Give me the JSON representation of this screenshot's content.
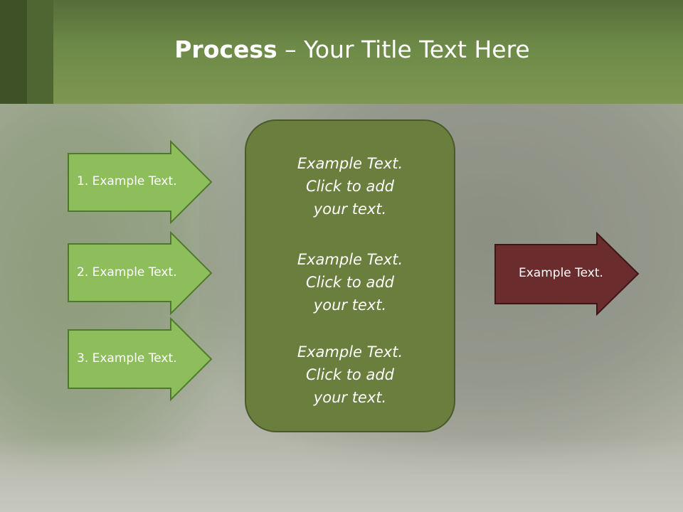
{
  "title": {
    "bold": "Process",
    "rest": " – Your Title Text Here"
  },
  "left_arrows": [
    {
      "label": "1. Example Text."
    },
    {
      "label": "2. Example Text."
    },
    {
      "label": "3. Example Text."
    }
  ],
  "center_box": {
    "paragraphs": [
      {
        "lines": [
          "Example Text.",
          "Click  to add",
          "your text."
        ]
      },
      {
        "lines": [
          "Example Text.",
          "Click  to add",
          "your text."
        ]
      },
      {
        "lines": [
          "Example Text.",
          "Click  to add",
          "your text."
        ]
      }
    ]
  },
  "right_arrow": {
    "label": "Example Text."
  },
  "colors": {
    "header_green": "#7e9651",
    "header_dark": "#3f5127",
    "left_arrow_fill": "#8dbe5b",
    "center_box_fill": "#6a7e3e",
    "right_arrow_fill": "#6a2c2c"
  }
}
